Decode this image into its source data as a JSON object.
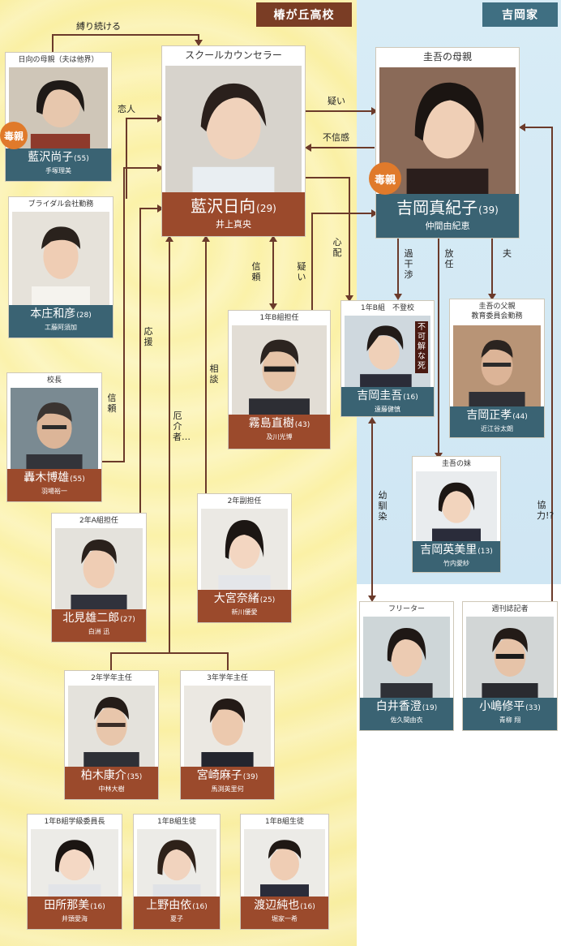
{
  "sections": {
    "school": "椿が丘高校",
    "family": "吉岡家"
  },
  "badges": {
    "toxic_parent": "毒親",
    "mysterious_death": "不可解な死"
  },
  "relations": {
    "keeps_binding": "縛り続ける",
    "lover": "恋人",
    "doubt": "疑い",
    "distrust": "不信感",
    "trust": "信頼",
    "doubt2": "疑い",
    "worry": "心配",
    "overinterference": "過干渉",
    "neglect": "放任",
    "husband": "夫",
    "support": "応援",
    "consult": "相談",
    "nuisance": "厄介者…",
    "trust2": "信頼",
    "childhood_friend": "幼馴染",
    "cooperation": "協力!?"
  },
  "characters": {
    "hinata": {
      "role": "スクールカウンセラー",
      "name": "藍沢日向",
      "age": "(29)",
      "actor": "井上真央"
    },
    "naoko": {
      "role": "日向の母親（夫は他界）",
      "name": "藍沢尚子",
      "age": "(55)",
      "actor": "手塚理美"
    },
    "kazuhiko": {
      "role": "ブライダル会社勤務",
      "name": "本庄和彦",
      "age": "(28)",
      "actor": "工藤阿須加"
    },
    "hiroo": {
      "role": "校長",
      "name": "轟木博雄",
      "age": "(55)",
      "actor": "羽場裕一"
    },
    "naoki": {
      "role": "1年B組担任",
      "name": "霧島直樹",
      "age": "(43)",
      "actor": "及川光博"
    },
    "makiko": {
      "role": "圭吾の母親",
      "name": "吉岡真紀子",
      "age": "(39)",
      "actor": "仲間由紀恵"
    },
    "keigo": {
      "role": "1年B組　不登校",
      "name": "吉岡圭吾",
      "age": "(16)",
      "actor": "遠藤健慎"
    },
    "masataka": {
      "role": "圭吾の父親\n教育委員会勤務",
      "name": "吉岡正孝",
      "age": "(44)",
      "actor": "近江谷太朗"
    },
    "emiri": {
      "role": "圭吾の妹",
      "name": "吉岡英美里",
      "age": "(13)",
      "actor": "竹内愛紗"
    },
    "yujiro": {
      "role": "2年A組担任",
      "name": "北見雄二郎",
      "age": "(27)",
      "actor": "白洲 迅"
    },
    "nao": {
      "role": "2年副担任",
      "name": "大宮奈緒",
      "age": "(25)",
      "actor": "新川優愛"
    },
    "kosuke": {
      "role": "2年学年主任",
      "name": "柏木康介",
      "age": "(35)",
      "actor": "中林大樹"
    },
    "asako": {
      "role": "3年学年主任",
      "name": "宮崎麻子",
      "age": "(39)",
      "actor": "馬渕英里何"
    },
    "kasumi": {
      "role": "フリーター",
      "name": "白井香澄",
      "age": "(19)",
      "actor": "佐久間由衣"
    },
    "shuhei": {
      "role": "週刊誌記者",
      "name": "小嶋修平",
      "age": "(33)",
      "actor": "青柳 翔"
    },
    "nami": {
      "role": "1年B組学級委員長",
      "name": "田所那美",
      "age": "(16)",
      "actor": "井頭愛海"
    },
    "yui": {
      "role": "1年B組生徒",
      "name": "上野由依",
      "age": "(16)",
      "actor": "夏子"
    },
    "junya": {
      "role": "1年B組生徒",
      "name": "渡辺純也",
      "age": "(16)",
      "actor": "堀家一希"
    }
  },
  "colors": {
    "brown_plate": "#9b4a2c",
    "teal_plate": "#3a6373",
    "school_bg": "#fbf1a6",
    "family_bg": "#d4eaf5",
    "badge": "#e07a2b"
  },
  "icons": [
    "person-portrait-icon"
  ]
}
